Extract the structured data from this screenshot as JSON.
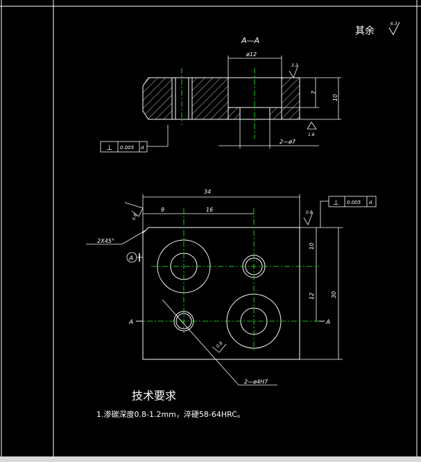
{
  "drawing": {
    "roughness_note_label": "其余",
    "roughness_note_value": "6.3",
    "section_label": "A—A",
    "section_view": {
      "dim_top_hole": "ø12",
      "roughness_top": "3.2",
      "dim_depth": "7",
      "dim_total_height": "10",
      "roughness_bottom": "1.6",
      "dim_small_holes": "2—ø7",
      "tolerance_symbol": "⊥",
      "tolerance_value": "0.005",
      "tolerance_datum": "A"
    },
    "plan_view": {
      "dim_overall_width": "34",
      "dim_left_offset": "9",
      "dim_hole_spacing": "16",
      "roughness_left": "0.8",
      "chamfer_label": "2X45°",
      "roughness_right": "0.8",
      "tolerance_symbol": "⊥",
      "tolerance_value": "0.005",
      "tolerance_datum": "A",
      "datum_label": "A",
      "dim_upper_offset": "10",
      "dim_vertical_spacing": "12",
      "dim_overall_height": "30",
      "section_mark_left": "A",
      "section_mark_right": "A",
      "roughness_pin_hole": "0.8",
      "pin_hole_label": "2—ø4H7"
    },
    "tech_requirements": {
      "title": "技术要求",
      "item_1": "1.渗碳深度0.8-1.2mm，淬硬58-64HRC。"
    }
  }
}
